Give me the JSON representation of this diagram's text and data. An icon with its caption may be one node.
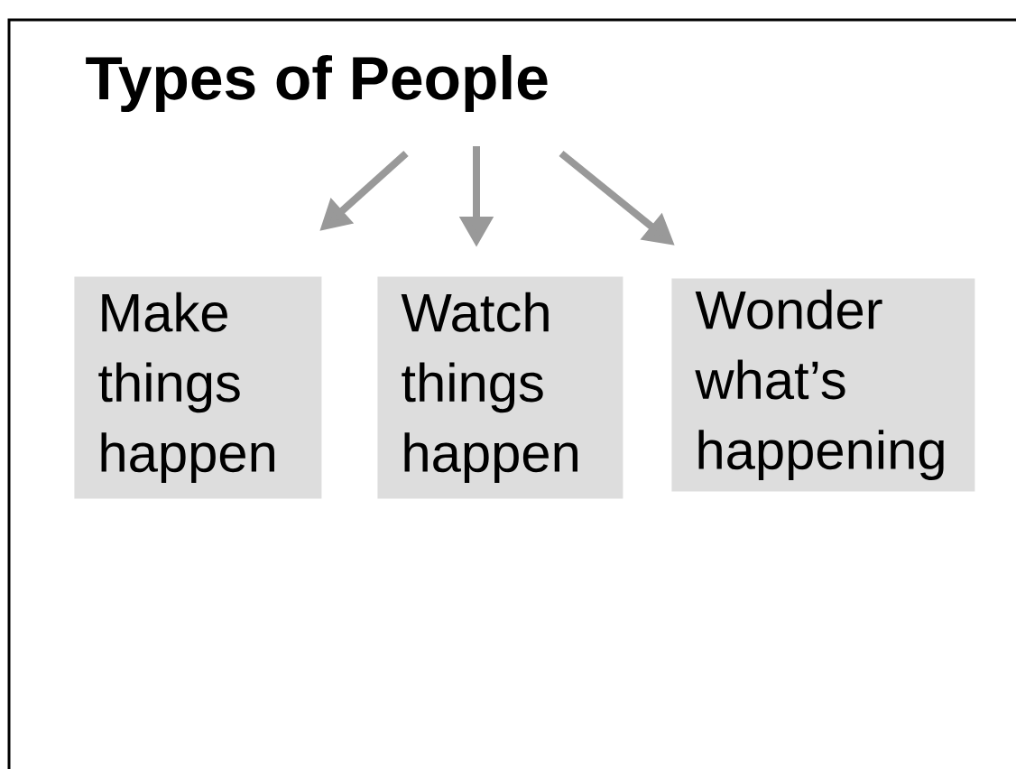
{
  "diagram": {
    "nodes": [
      {
        "text": [
          "Types of People"
        ]
      },
      {
        "text": [
          "Make things happen"
        ]
      },
      {
        "text": [
          "Watch things happen"
        ]
      },
      {
        "text": [
          "Wonder what’s happening"
        ]
      }
    ],
    "edges": [
      {
        "from": 0,
        "to": 1,
        "arrow": "to"
      },
      {
        "from": 0,
        "to": 2,
        "arrow": "to"
      },
      {
        "from": 0,
        "to": 3,
        "arrow": "to"
      }
    ]
  }
}
